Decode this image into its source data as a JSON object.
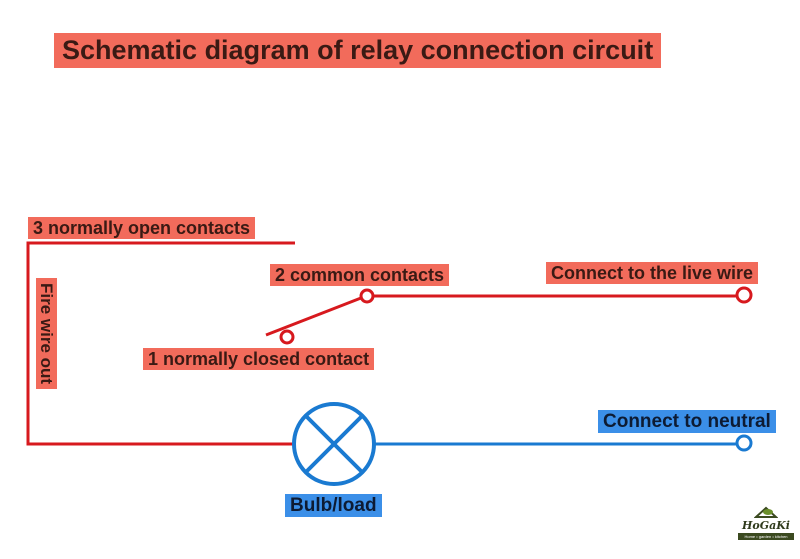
{
  "title": "Schematic diagram of relay connection circuit",
  "labels": {
    "normally_open": "3 normally open contacts",
    "common": "2 common contacts",
    "live": "Connect to the live wire",
    "normally_closed": "1 normally closed contact",
    "neutral": "Connect to neutral",
    "bulb": "Bulb/load",
    "fire_wire": "Fire wire out"
  },
  "logo": {
    "name": "HoGaKi",
    "tagline": "Home • garden • kitchen"
  },
  "colors": {
    "red_wire": "#d7191e",
    "blue_wire": "#1a7ad1",
    "red_label": "#f26b5b",
    "blue_label": "#3b8fe8"
  }
}
